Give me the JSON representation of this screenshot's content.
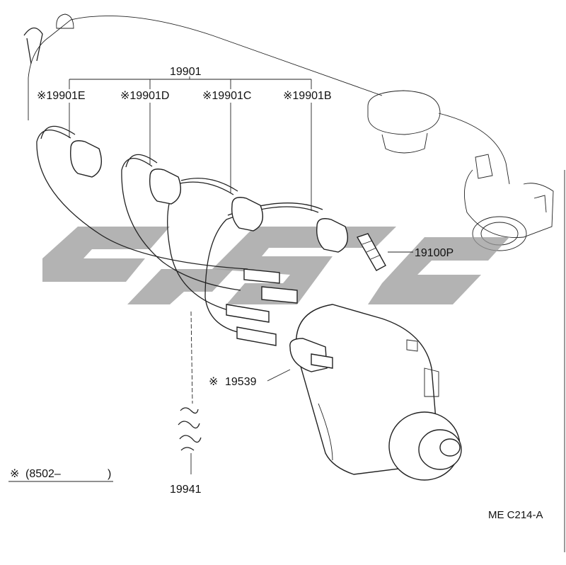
{
  "parts": {
    "wire_set": "19901",
    "wire_e": "※19901E",
    "wire_d": "※19901D",
    "wire_c": "※19901C",
    "wire_b": "※19901B",
    "spark_plug": "19100P",
    "clip_part": "19539",
    "clip_mark": "※",
    "clamp": "19941"
  },
  "note": {
    "mark": "※",
    "text": "(8502–",
    "close": ")"
  },
  "diagram_code": "ME C214-A",
  "colors": {
    "line": "#222222",
    "watermark": "#9a9a9a"
  }
}
